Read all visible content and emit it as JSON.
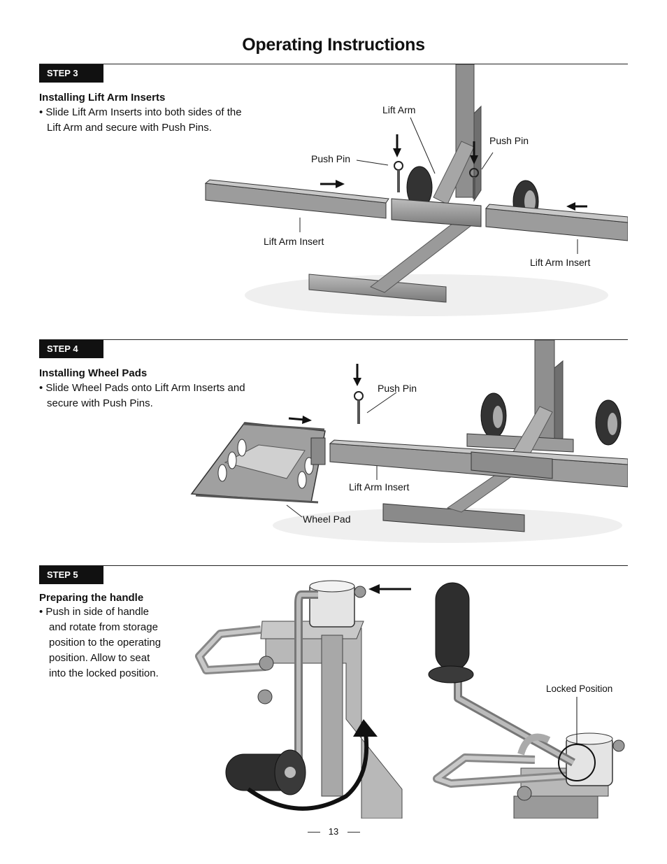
{
  "page_title": "Operating Instructions",
  "page_number": "13",
  "step3": {
    "badge": "STEP 3",
    "heading": "Installing Lift Arm Inserts",
    "lines": [
      "• Slide Lift Arm Inserts into both sides of the",
      "Lift Arm and secure with Push Pins."
    ],
    "labels": {
      "lift_arm": "Lift Arm",
      "push_pin_left": "Push Pin",
      "push_pin_right": "Push Pin",
      "insert_left": "Lift Arm Insert",
      "insert_right": "Lift Arm Insert"
    }
  },
  "step4": {
    "badge": "STEP 4",
    "heading": "Installing Wheel Pads",
    "lines": [
      "• Slide Wheel Pads onto Lift Arm Inserts and",
      "secure with Push Pins."
    ],
    "labels": {
      "push_pin": "Push Pin",
      "insert": "Lift Arm Insert",
      "wheel_pad": "Wheel Pad"
    }
  },
  "step5": {
    "badge": "STEP 5",
    "heading": "Preparing the handle",
    "lines": [
      "• Push in side of handle",
      "and rotate from storage",
      "position to the operating",
      "position.  Allow to seat",
      "into the locked position."
    ],
    "labels": {
      "locked_position": "Locked Position"
    }
  }
}
